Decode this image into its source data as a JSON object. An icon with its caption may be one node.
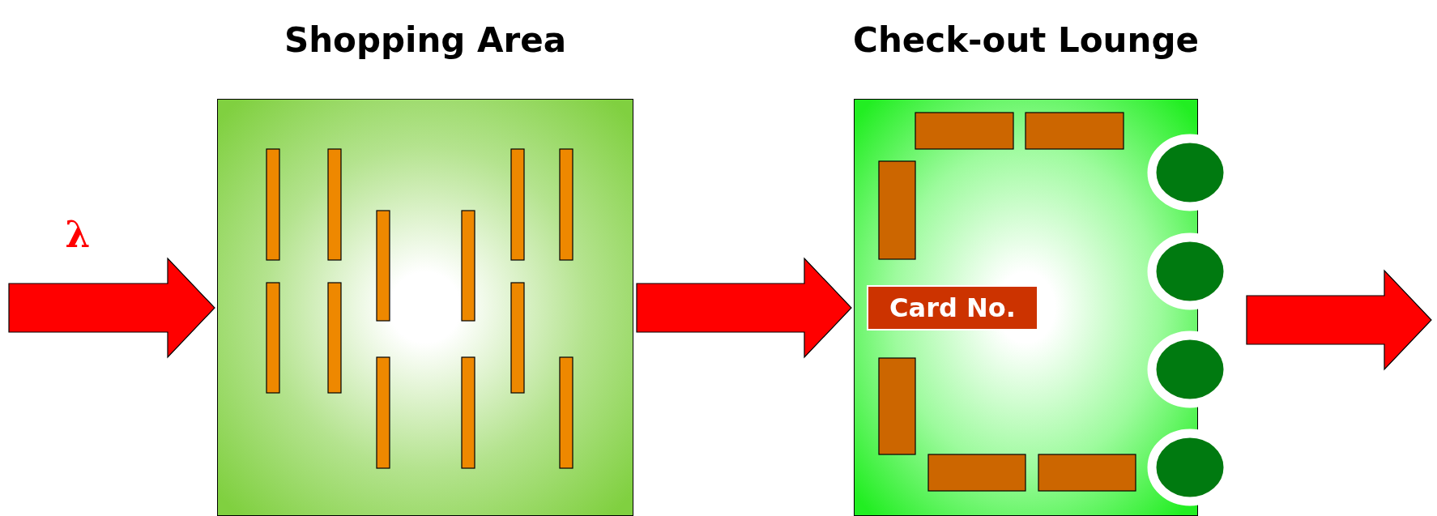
{
  "diagram": {
    "nodes": [
      {
        "text": [
          "Shopping Area"
        ]
      },
      {
        "text": [
          "Check-out Lounge"
        ]
      },
      {
        "text": [
          "Card No."
        ],
        "in": 1
      }
    ],
    "edges": [
      {
        "from": null,
        "to": 0,
        "arrow": "to",
        "label": "λ"
      },
      {
        "from": 0,
        "to": 1,
        "arrow": "to"
      },
      {
        "from": 1,
        "to": null,
        "arrow": "to"
      }
    ]
  }
}
